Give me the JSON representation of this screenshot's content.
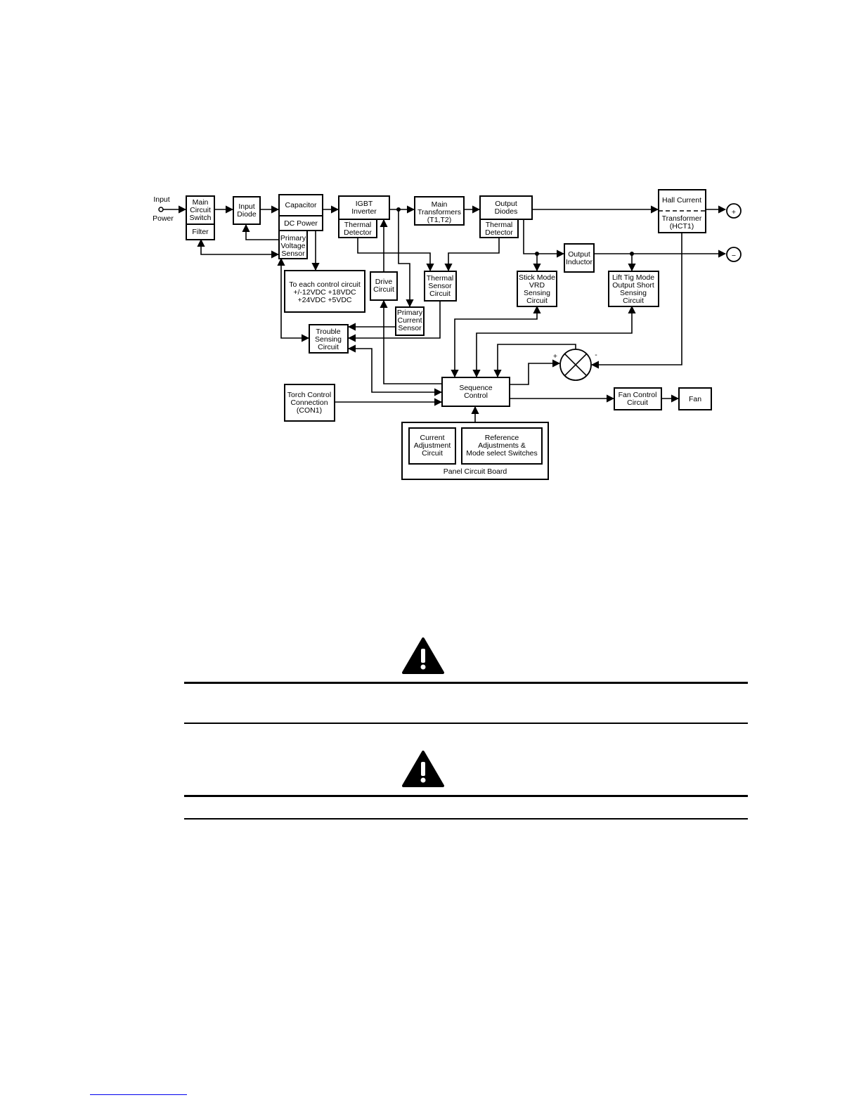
{
  "diagram": {
    "input": {
      "line1": "Input",
      "line2": "Power"
    },
    "blocks": {
      "main_switch": [
        "Main",
        "Circuit",
        "Switch"
      ],
      "filter": [
        "Filter"
      ],
      "input_diode": [
        "Input",
        "Diode"
      ],
      "capacitor": [
        "Capacitor"
      ],
      "dc_power": [
        "DC Power"
      ],
      "primary_voltage_sensor": [
        "Primary",
        "Voltage",
        "Sensor"
      ],
      "control_circuit_supply": [
        "To each control circuit",
        "+/-12VDC +18VDC",
        "+24VDC   +5VDC"
      ],
      "igbt_inverter": [
        "IGBT",
        "Inverter"
      ],
      "thermal_detector_1": [
        "Thermal",
        "Detector"
      ],
      "main_transformers": [
        "Main",
        "Transformers",
        "(T1,T2)"
      ],
      "output_diodes": [
        "Output",
        "Diodes"
      ],
      "thermal_detector_2": [
        "Thermal",
        "Detector"
      ],
      "hall_current_transformer": [
        "Hall Current",
        "Transformer",
        "(HCT1)"
      ],
      "drive_circuit": [
        "Drive",
        "Circuit"
      ],
      "primary_current_sensor": [
        "Primary",
        "Current",
        "Sensor"
      ],
      "thermal_sensor_circuit": [
        "Thermal",
        "Sensor",
        "Circuit"
      ],
      "output_inductor": [
        "Output",
        "Inductor"
      ],
      "stick_mode_vrd": [
        "Stick Mode",
        "VRD",
        "Sensing",
        "Circuit"
      ],
      "lift_tig_mode": [
        "Lift Tig Mode",
        "Output Short",
        "Sensing",
        "Circuit"
      ],
      "trouble_sensing": [
        "Trouble",
        "Sensing",
        "Circuit"
      ],
      "torch_control": [
        "Torch Control",
        "Connection",
        "(CON1)"
      ],
      "sequence_control": [
        "Sequence",
        "Control"
      ],
      "fan_control": [
        "Fan Control",
        "Circuit"
      ],
      "fan": [
        "Fan"
      ],
      "current_adjustment": [
        "Current",
        "Adjustment",
        "Circuit"
      ],
      "reference_adjustments": [
        "Reference",
        "Adjustments &",
        "Mode select Switches"
      ],
      "panel_board": [
        "Panel Circuit Board"
      ]
    },
    "terminals": {
      "positive": "+",
      "negative": "−"
    },
    "comparator_signs": {
      "plus": "+",
      "minus": "-"
    }
  }
}
